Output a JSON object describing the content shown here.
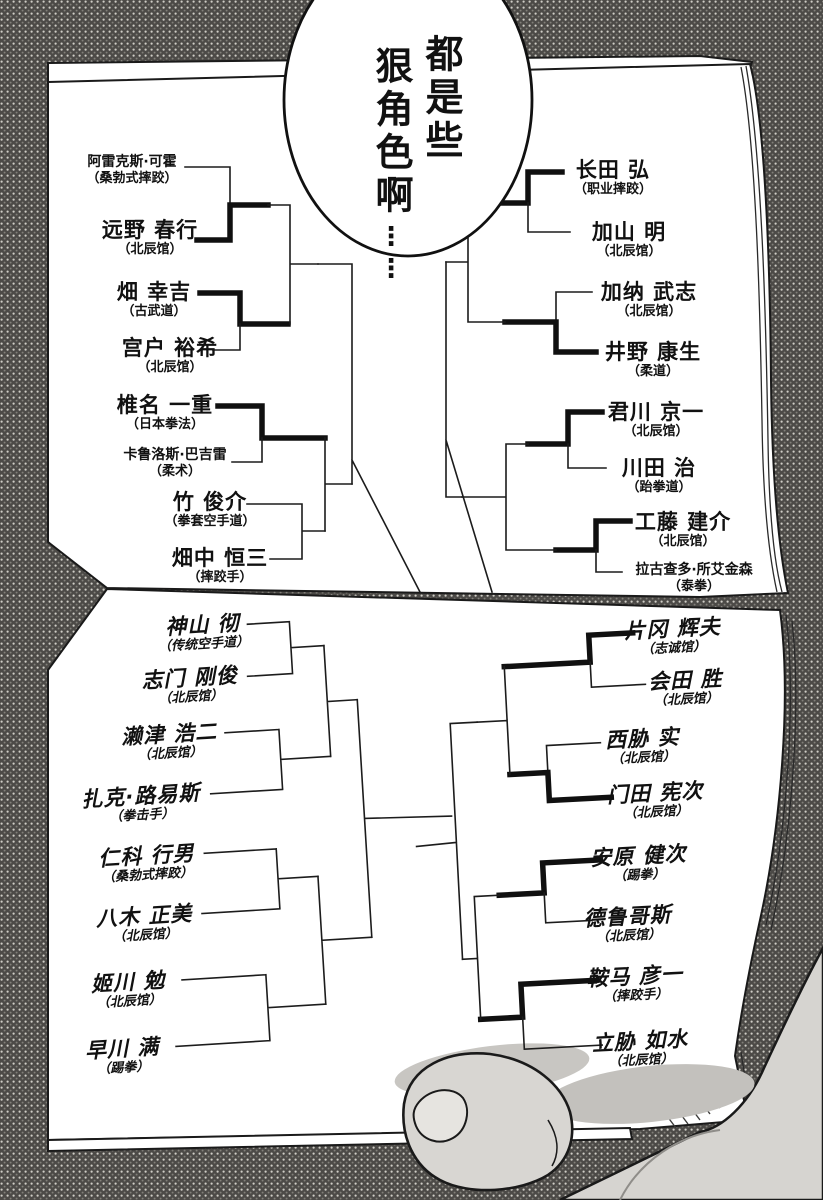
{
  "bubble": {
    "line1": "都是些",
    "line2": "狠角色啊",
    "line3": "⋮⋮"
  },
  "bracket": {
    "top_left": [
      {
        "name": "阿雷克斯·可霍",
        "affiliation": "（桑勃式摔跤）"
      },
      {
        "name": "远野 春行",
        "affiliation": "（北辰馆）"
      },
      {
        "name": "畑 幸吉",
        "affiliation": "（古武道）"
      },
      {
        "name": "宫户 裕希",
        "affiliation": "（北辰馆）"
      },
      {
        "name": "椎名 一重",
        "affiliation": "（日本拳法）"
      },
      {
        "name": "卡鲁洛斯·巴吉雷",
        "affiliation": "（柔术）"
      },
      {
        "name": "竹 俊介",
        "affiliation": "（拳套空手道）"
      },
      {
        "name": "畑中 恒三",
        "affiliation": "（摔跤手）"
      }
    ],
    "top_right": [
      {
        "name": "长田 弘",
        "affiliation": "（职业摔跤）"
      },
      {
        "name": "加山 明",
        "affiliation": "（北辰馆）"
      },
      {
        "name": "加纳 武志",
        "affiliation": "（北辰馆）"
      },
      {
        "name": "井野 康生",
        "affiliation": "（柔道）"
      },
      {
        "name": "君川 京一",
        "affiliation": "（北辰馆）"
      },
      {
        "name": "川田 治",
        "affiliation": "（跆拳道）"
      },
      {
        "name": "工藤 建介",
        "affiliation": "（北辰馆）"
      },
      {
        "name": "拉古查多·所艾金森",
        "affiliation": "（泰拳）"
      }
    ],
    "bottom_left": [
      {
        "name": "神山 彻",
        "affiliation": "（传统空手道）"
      },
      {
        "name": "志门 刚俊",
        "affiliation": "（北辰馆）"
      },
      {
        "name": "濑津 浩二",
        "affiliation": "（北辰馆）"
      },
      {
        "name": "扎克·路易斯",
        "affiliation": "（拳击手）"
      },
      {
        "name": "仁科 行男",
        "affiliation": "（桑勃式摔跤）"
      },
      {
        "name": "八木 正美",
        "affiliation": "（北辰馆）"
      },
      {
        "name": "姬川 勉",
        "affiliation": "（北辰馆）"
      },
      {
        "name": "早川 满",
        "affiliation": "（踢拳）"
      }
    ],
    "bottom_right": [
      {
        "name": "片冈 辉夫",
        "affiliation": "（志诚馆）"
      },
      {
        "name": "会田 胜",
        "affiliation": "（北辰馆）"
      },
      {
        "name": "西胁 实",
        "affiliation": "（北辰馆）"
      },
      {
        "name": "门田 宪次",
        "affiliation": "（北辰馆）"
      },
      {
        "name": "安原 健次",
        "affiliation": "（踢拳）"
      },
      {
        "name": "德鲁哥斯",
        "affiliation": "（北辰馆）"
      },
      {
        "name": "鞍马 彦一",
        "affiliation": "（摔跤手）"
      },
      {
        "name": "立胁 如水",
        "affiliation": "（北辰馆）"
      }
    ]
  },
  "colors": {
    "background": "#4c4a47",
    "page": "#ffffff",
    "ink": "#1a1a1a",
    "skin": "#d6d4d0"
  }
}
